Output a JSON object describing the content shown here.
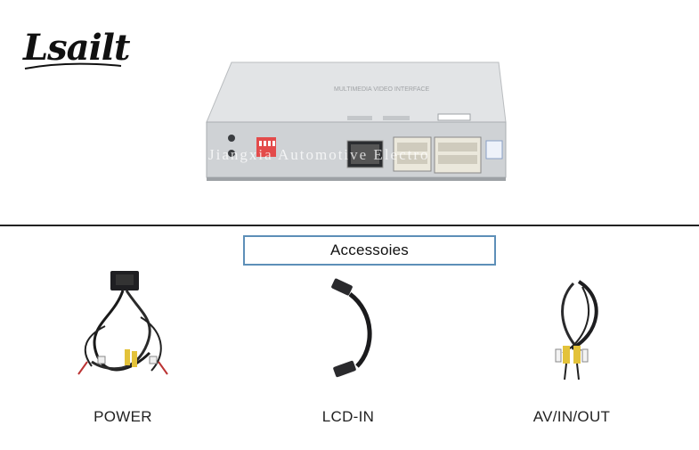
{
  "brand": {
    "logo_text": "Lsailt",
    "icon": "brand-logo"
  },
  "device": {
    "label_top": "MULTIMEDIA VIDEO INTERFACE",
    "watermark": "Jiangxia Automotive Electro"
  },
  "accessories": {
    "heading": "Accessoies",
    "items": [
      {
        "label": "POWER",
        "icon": "power-cable-icon"
      },
      {
        "label": "LCD-IN",
        "icon": "lcd-cable-icon"
      },
      {
        "label": "AV/IN/OUT",
        "icon": "av-cable-icon"
      }
    ]
  },
  "colors": {
    "accent_border": "#5d8fb8",
    "device_body": "#d6d8da",
    "dip_switch": "#e34b4b"
  }
}
